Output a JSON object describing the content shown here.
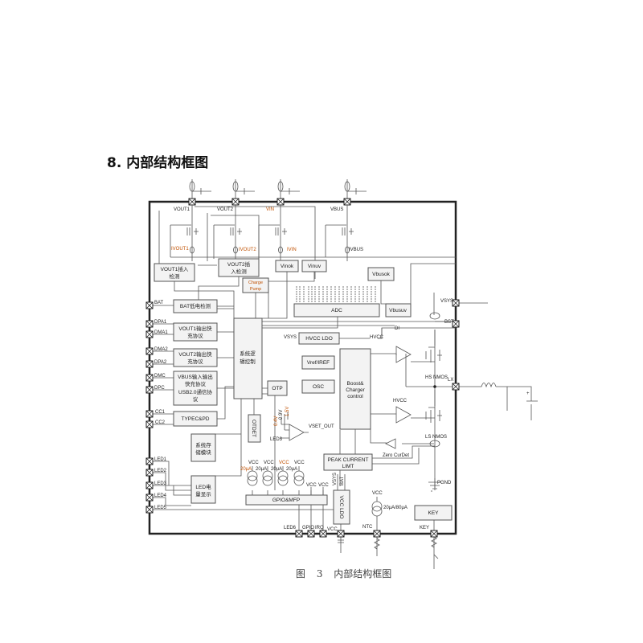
{
  "title": "8. 内部结构框图",
  "caption": "图 3 内部结构框图",
  "pins": {
    "top": [
      "VOUT1",
      "VOUT2",
      "VIN",
      "VBUS"
    ],
    "left": [
      "BAT",
      "DPA1",
      "DMA1",
      "DMA2",
      "DPA2",
      "DMC",
      "DPC",
      "CC1",
      "CC2",
      "LED1",
      "LED2",
      "LED3",
      "LED4",
      "LED5"
    ],
    "right": [
      "VSYS",
      "BST",
      "LX"
    ],
    "bottom": [
      "LED6",
      "GPIO",
      "IRQ",
      "VCC",
      "NTC",
      "KEY"
    ]
  },
  "sense": [
    "IVOUT1",
    "IVOUT2",
    "IVIN",
    "IVBUS"
  ],
  "blocks": {
    "vout1_detect": [
      "VOUT1插入",
      "检测"
    ],
    "vout2_detect": [
      "VOUT2插",
      "入检测"
    ],
    "vinok": "Vinok",
    "vinuv": "Vinuv",
    "charge_pump": [
      "Charge",
      "Pump"
    ],
    "vbusok": "Vbusok",
    "adc": "ADC",
    "vbusuv": "Vbusuv",
    "bat_low": "BAT低电检测",
    "vout1_qc": [
      "VOUT1输出快",
      "充协议"
    ],
    "vout2_qc": [
      "VOUT2输出快",
      "充协议"
    ],
    "vbus_qc": [
      "VBUS输入输出",
      "快充协议",
      "USB2.0通信协",
      "议"
    ],
    "typec_pd": "TYPEC&PD",
    "logic": [
      "系统逻",
      "辑控制"
    ],
    "hvcc_ldo": "HVCC LDO",
    "vref": "Vref/IREF",
    "osc": "OSC",
    "otp": "OTP",
    "otdet": "OTDET",
    "boost": [
      "Boost&",
      "Charger",
      "control"
    ],
    "peak": [
      "PEAK CURRENT",
      "LIMT"
    ],
    "storage": [
      "系统存",
      "储模块"
    ],
    "led_display": [
      "LED电",
      "量显示"
    ],
    "gpio_mfp": "GPIO&MFP",
    "vcc_ldo": "VCC LDO",
    "key": "KEY"
  },
  "labels": {
    "vsys_in": "VSYS",
    "hvcc": "HVCC",
    "hvcc2": "HVCC",
    "di": "DI",
    "hs": "HS NMOS",
    "ls": "LS NMOS",
    "zero": "Zero CurDet",
    "pgnd": "PGND",
    "v04": "0.4V",
    "v09": "0.9V",
    "v15": "1.5V",
    "vset": "VSET_OUT",
    "led3": "LED3",
    "vcc": "VCC",
    "i20": "20μA",
    "ntc_i": "20μA/80μA",
    "ldo_vsys": "VSYS",
    "ldo_bat": "BAT"
  }
}
